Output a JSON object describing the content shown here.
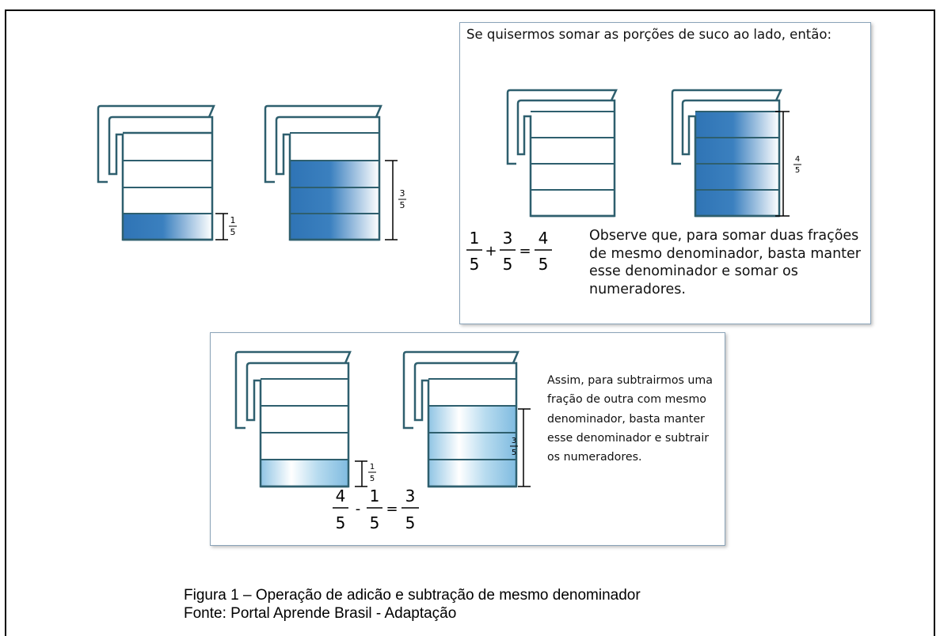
{
  "addition_panel": {
    "intro": "Se quisermos somar as porções de suco ao lado, então:",
    "explanation": "Observe que, para somar duas frações de mesmo denominador, basta manter esse denominador e somar os numeradores.",
    "jar2_label": {
      "num": "4",
      "den": "5"
    },
    "equation": {
      "a": {
        "num": "1",
        "den": "5"
      },
      "op": "+",
      "b": {
        "num": "3",
        "den": "5"
      },
      "eq": "=",
      "r": {
        "num": "4",
        "den": "5"
      }
    }
  },
  "left_jars": {
    "jar1_label": {
      "num": "1",
      "den": "5"
    },
    "jar2_label": {
      "num": "3",
      "den": "5"
    }
  },
  "subtraction_panel": {
    "explanation": "Assim, para subtrairmos uma fração de outra com mesmo denominador,  basta manter esse denominador e subtrair os numeradores.",
    "jar1_label": {
      "num": "1",
      "den": "5"
    },
    "jar2_label": {
      "num": "3",
      "den": "5"
    },
    "equation": {
      "a": {
        "num": "4",
        "den": "5"
      },
      "op": "-",
      "b": {
        "num": "1",
        "den": "5"
      },
      "eq": "=",
      "r": {
        "num": "3",
        "den": "5"
      }
    }
  },
  "caption": {
    "title": "Figura 1 – Operação de adicão e subtração de mesmo denominador",
    "source": "Fonte: Portal Aprende Brasil - Adaptação"
  },
  "colors": {
    "jar_outline": "#2e5f6e",
    "fill_dark": "#2f74b5",
    "fill_light": "#b9dcef",
    "panel_border": "#8aa3b8"
  }
}
